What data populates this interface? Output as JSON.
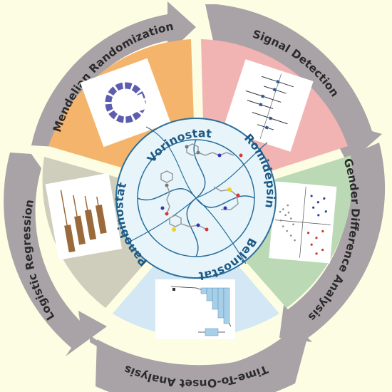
{
  "center": {
    "drugs": [
      "Vorinostat",
      "Romidepsin",
      "Belinostat",
      "Panobinostat"
    ]
  },
  "methods": [
    {
      "label": "Mendelian Randomization",
      "segment_color": "#f5b46c",
      "icon": "circular-plot-icon"
    },
    {
      "label": "Signal Detection",
      "segment_color": "#f2b3b3",
      "icon": "forest-plot-icon"
    },
    {
      "label": "Gender Difference Analysis",
      "segment_color": "#bcd9b6",
      "icon": "volcano-plot-icon"
    },
    {
      "label": "Time-To-Onset Analysis",
      "segment_color": "#d3e8f4",
      "icon": "histogram-boxplot-icon"
    },
    {
      "label": "Logistic Regression",
      "segment_color": "#cfcdbb",
      "icon": "bar-chart-icon"
    }
  ],
  "colors": {
    "background": "#fdfde3",
    "arrow": "#a9a2a6",
    "center_circle": "#e7f5fb",
    "center_stroke": "#2a6f9b",
    "label_text": "#2b2b2b"
  }
}
